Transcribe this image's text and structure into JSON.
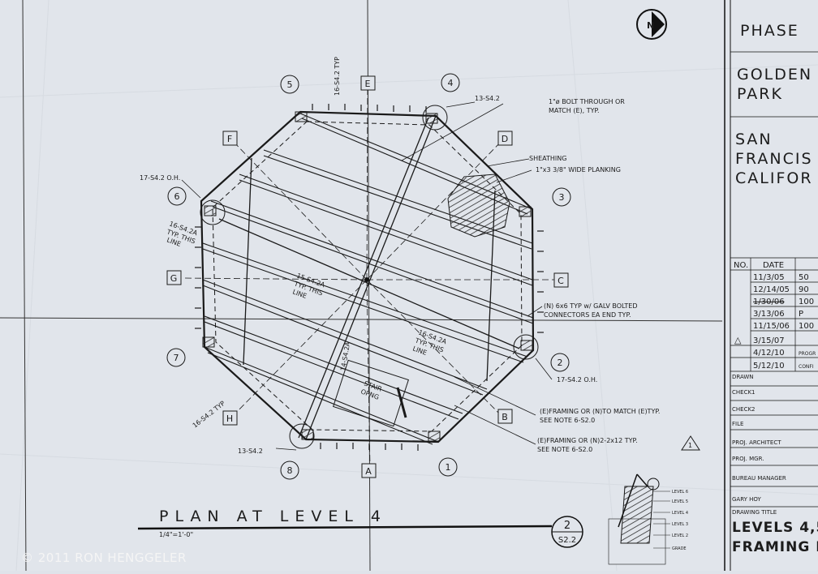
{
  "plan": {
    "title": "PLAN AT LEVEL 4",
    "scale": "1/4\"=1'-0\"",
    "sheet_number": "2",
    "sheet_ref": "S2.2",
    "north": "N"
  },
  "gridlines": {
    "numbered": [
      "1",
      "2",
      "3",
      "4",
      "5",
      "6",
      "7",
      "8"
    ],
    "lettered": [
      "A",
      "B",
      "C",
      "D",
      "E",
      "F",
      "G",
      "H"
    ]
  },
  "notes": {
    "bolt": [
      "1\"ø BOLT THROUGH OR",
      "MATCH (E), TYP."
    ],
    "sheathing": "SHEATHING",
    "planking": "1\"x3 3/8\" WIDE PLANKING",
    "ref_13_top": "13-S4.2",
    "ref_16_top": "16-S4.2 TYP",
    "ref_17_left": "17-S4.2 O.H.",
    "ref_16_left": [
      "16-S4.2A",
      "TYP. THIS",
      "LINE"
    ],
    "ref_15_center": [
      "15-S4.2A",
      "TYP. THIS",
      "LINE"
    ],
    "ref_16_right": [
      "16-S4.2A",
      "TYP. THIS",
      "LINE"
    ],
    "post": [
      "(N) 6x6 TYP w/ GALV BOLTED",
      "CONNECTORS EA END TYP."
    ],
    "ref_17_right": "17-S4.2 O.H.",
    "stair": [
      "STAIR",
      "OPNG"
    ],
    "ref_14_center": "14-S4.2A",
    "ref_16_bottom": "16-S4.2 TYP",
    "ref_13_bottom": "13-S4.2",
    "framing_e": [
      "(E)FRAMING OR (N)TO MATCH (E)TYP.",
      "SEE NOTE 6-S2.0"
    ],
    "framing_n": [
      "(E)FRAMING OR (N)2-2x12 TYP.",
      "SEE NOTE 6-S2.0"
    ]
  },
  "title_block": {
    "phase": "PHASE",
    "location": [
      "GOLDEN",
      "PARK",
      "SAN",
      "FRANCIS",
      "CALIFOR"
    ],
    "revision_headers": [
      "NO.",
      "DATE"
    ],
    "revisions": [
      {
        "no": "",
        "date": "11/3/05",
        "desc": "50"
      },
      {
        "no": "",
        "date": "12/14/05",
        "desc": "90"
      },
      {
        "no": "",
        "date": "1/30/06",
        "desc": "100"
      },
      {
        "no": "",
        "date": "3/13/06",
        "desc": "P"
      },
      {
        "no": "",
        "date": "11/15/06",
        "desc": "100"
      },
      {
        "no": "△",
        "date": "3/15/07",
        "desc": ""
      },
      {
        "no": "",
        "date": "4/12/10",
        "desc": "PROGR"
      },
      {
        "no": "",
        "date": "5/12/10",
        "desc": "CONFI"
      }
    ],
    "roles": [
      "DRAWN",
      "CHECK1",
      "CHECK2",
      "FILE",
      "PROJ. ARCHITECT",
      "PROJ. MGR.",
      "BUREAU MANAGER"
    ],
    "manager_name": "GARY HOY",
    "drawing_title_label": "DRAWING TITLE",
    "drawing_title": [
      "LEVELS 4,5",
      "FRAMING P"
    ]
  },
  "section": {
    "levels": [
      "LEVEL 6",
      "LEVEL 5",
      "LEVEL 4",
      "LEVEL 3",
      "LEVEL 2",
      "GRADE"
    ]
  },
  "copyright": "© 2011 RON HENGGELER"
}
